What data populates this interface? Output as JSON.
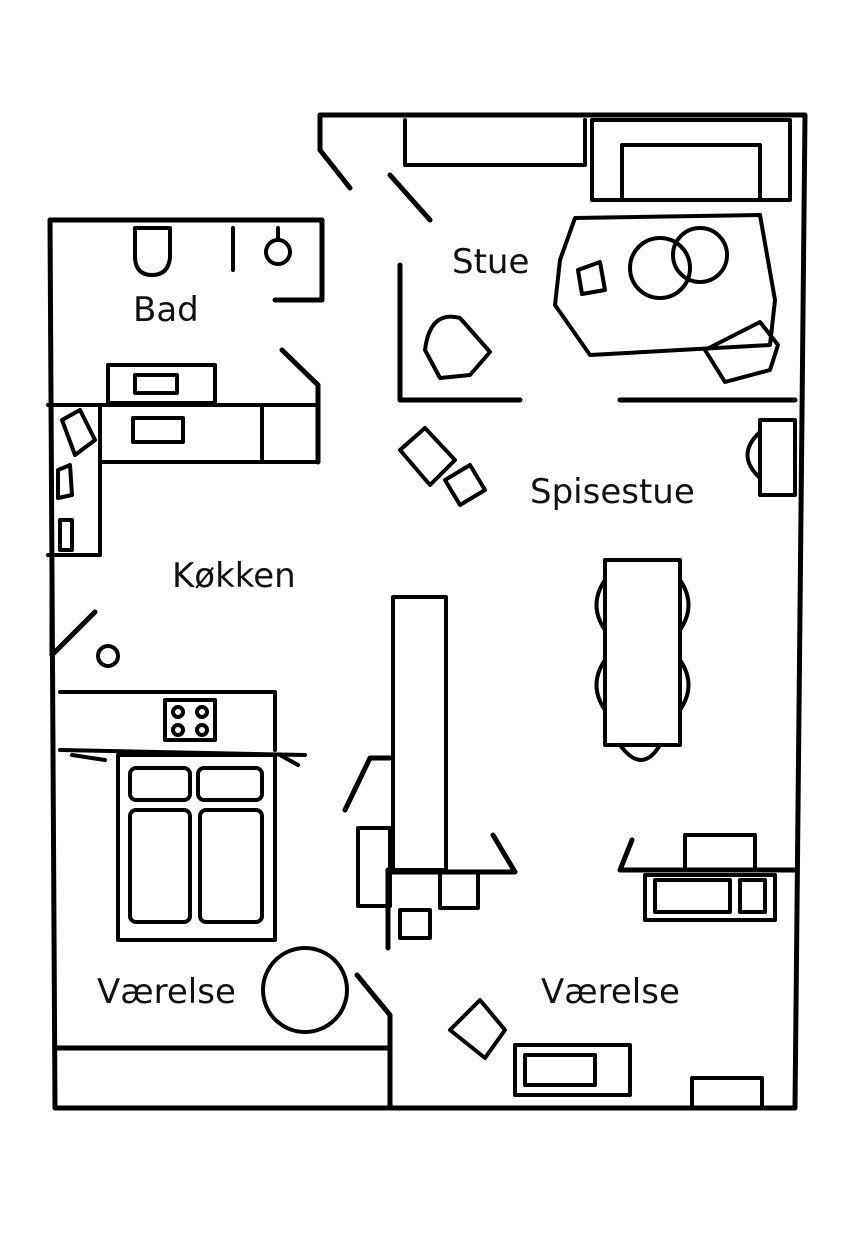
{
  "rooms": {
    "stue": "Stue",
    "bad": "Bad",
    "spisestue": "Spisestue",
    "kokken": "Køkken",
    "vaerelse_left": "Værelse",
    "vaerelse_right": "Værelse"
  }
}
